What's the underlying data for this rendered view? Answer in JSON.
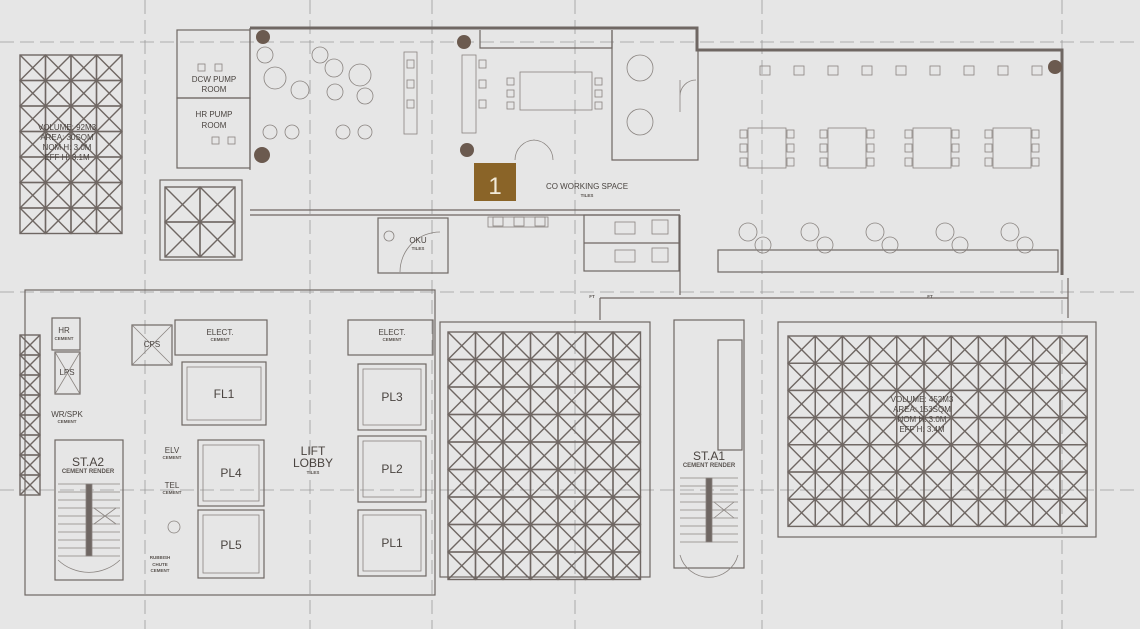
{
  "rooms": {
    "dcw_pump": [
      "DCW PUMP",
      "ROOM"
    ],
    "hr_pump": [
      "HR PUMP",
      "ROOM"
    ],
    "co_working": {
      "label": "CO WORKING SPACE",
      "finish": "TILES"
    },
    "oku": {
      "label": "OKU",
      "finish": "TILES"
    },
    "lift_lobby": {
      "label": [
        "LIFT",
        "LOBBY"
      ],
      "finish": "TILES"
    },
    "cps": "CPS",
    "hr": {
      "label": "HR",
      "finish": "CEMENT"
    },
    "lps": "LPS",
    "wrspk": {
      "label": "WR/SPK",
      "finish": "CEMENT"
    },
    "elect_left": {
      "label": "ELECT.",
      "finish": "CEMENT"
    },
    "elect_right": {
      "label": "ELECT.",
      "finish": "CEMENT"
    },
    "elv": {
      "label": "ELV",
      "finish": "CEMENT"
    },
    "tel": {
      "label": "TEL",
      "finish": "CEMENT"
    },
    "rubbish": {
      "label": [
        "RUBBISH",
        "CHUTE"
      ],
      "finish": "CEMENT"
    },
    "st_a2": {
      "label": "ST.A2",
      "finish": "CEMENT RENDER"
    },
    "st_a1": {
      "label": "ST.A1",
      "finish": "CEMENT RENDER"
    }
  },
  "lifts": {
    "fl1": "FL1",
    "pl4": "PL4",
    "pl5": "PL5",
    "pl3": "PL3",
    "pl2": "PL2",
    "pl1": "PL1"
  },
  "voids": {
    "left": [
      "VOLUME: 92M3",
      "AREA: 30SQM",
      "NOM H: 3.0M",
      "EFF H: 3.1M"
    ],
    "right": [
      "VOLUME: 452M3",
      "AREA: 153SQM",
      "NOM H: 3.0M",
      "EFF H: 3.4M"
    ]
  },
  "marker": {
    "number": "1",
    "color": "#8a6428"
  },
  "ft_labels": [
    "FT",
    "FT"
  ]
}
